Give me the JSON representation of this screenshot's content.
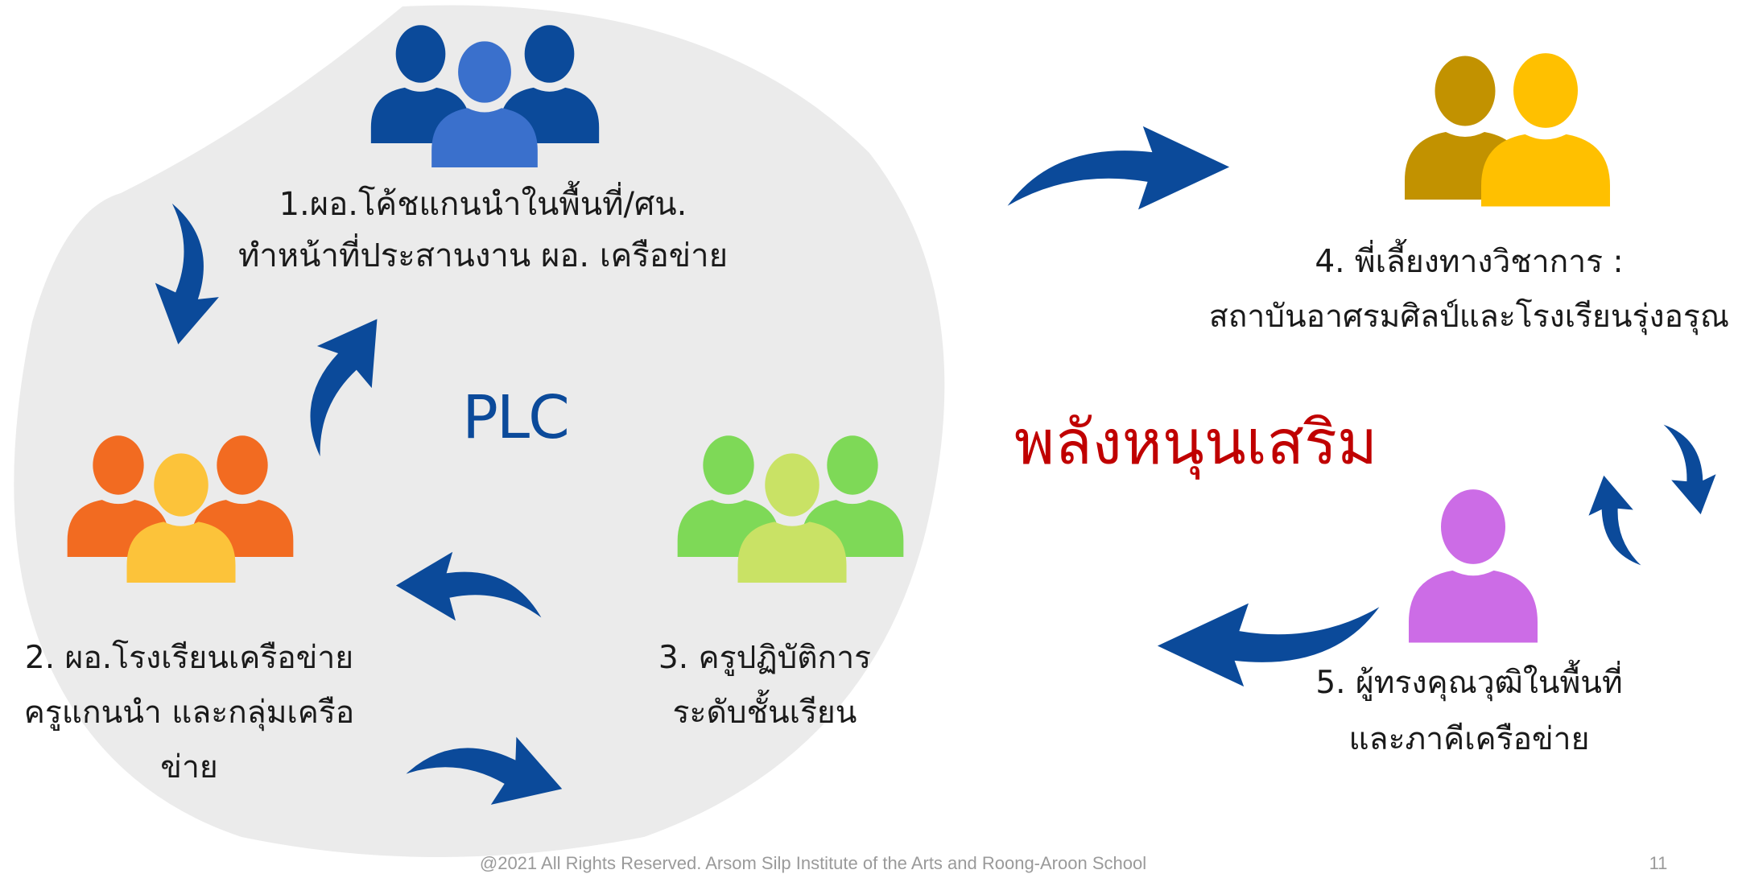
{
  "diagram": {
    "center_label": "PLC",
    "boost_label": "พลังหนุนเสริม",
    "nodes": [
      {
        "id": "node1",
        "line1": "1.ผอ.โค้ชแกนนำในพื้นที่/ศน.",
        "line2": "ทำหน้าที่ประสานงาน ผอ. เครือข่าย",
        "icon": "three-people-group-icon"
      },
      {
        "id": "node2",
        "line1": "2. ผอ.โรงเรียนเครือข่าย",
        "line2": "ครูแกนนำ และกลุ่มเครือข่าย",
        "icon": "three-people-group-icon"
      },
      {
        "id": "node3",
        "line1": "3. ครูปฏิบัติการ",
        "line2": "ระดับชั้นเรียน",
        "icon": "three-people-group-icon"
      },
      {
        "id": "node4",
        "line1": "4. พี่เลี้ยงทางวิชาการ :",
        "line2": "สถาบันอาศรมศิลป์และโรงเรียนรุ่งอรุณ",
        "icon": "two-people-pair-icon"
      },
      {
        "id": "node5",
        "line1": "5. ผู้ทรงคุณวุฒิในพื้นที่",
        "line2": "และภาคีเครือข่าย",
        "icon": "single-person-icon"
      }
    ]
  },
  "footer": {
    "copyright": "@2021 All Rights Reserved. Arsom Silp Institute of the Arts and Roong-Aroon School",
    "page_number": "11"
  },
  "colors": {
    "blob": "#ebebeb",
    "arrow": "#0b4a9a",
    "group1_back": "#0b4a9a",
    "group1_front": "#3a70cc",
    "group2_back": "#f26b21",
    "group2_front": "#fcc33a",
    "group3_back": "#7ed957",
    "group3_front": "#c9e265",
    "pair_back": "#c29200",
    "pair_front": "#ffc000",
    "single": "#cc6ce6",
    "plc_text": "#0b4a9a",
    "boost_text": "#c00000"
  }
}
